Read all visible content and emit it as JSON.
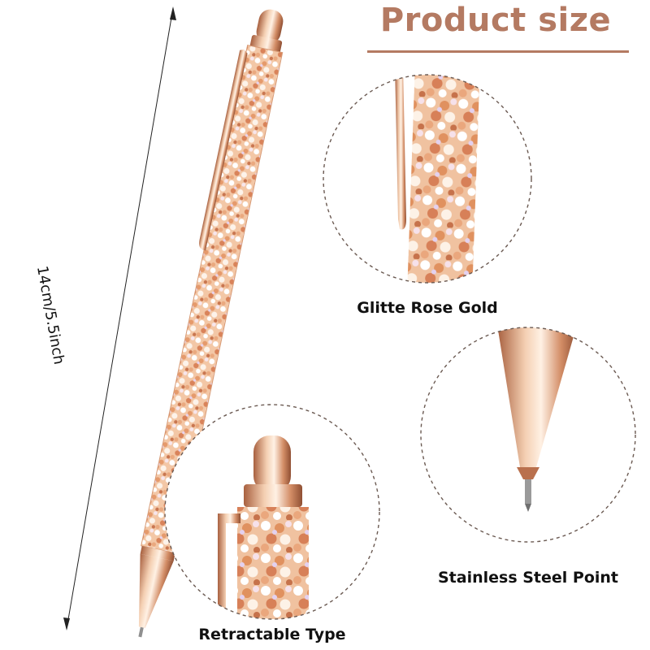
{
  "title": "Product size",
  "dimension_label": "14cm/5.5inch",
  "callouts": {
    "glitter": "Glitte Rose Gold",
    "point": "Stainless Steel Point",
    "retract": "Retractable Type"
  },
  "colors": {
    "accent": "#b47a62",
    "rose_gold": "#e0a27c",
    "rose_gold_dark": "#b9704d",
    "rose_gold_light": "#f6d7bf",
    "dashed_circle": "#6b5a52",
    "text": "#111111"
  }
}
